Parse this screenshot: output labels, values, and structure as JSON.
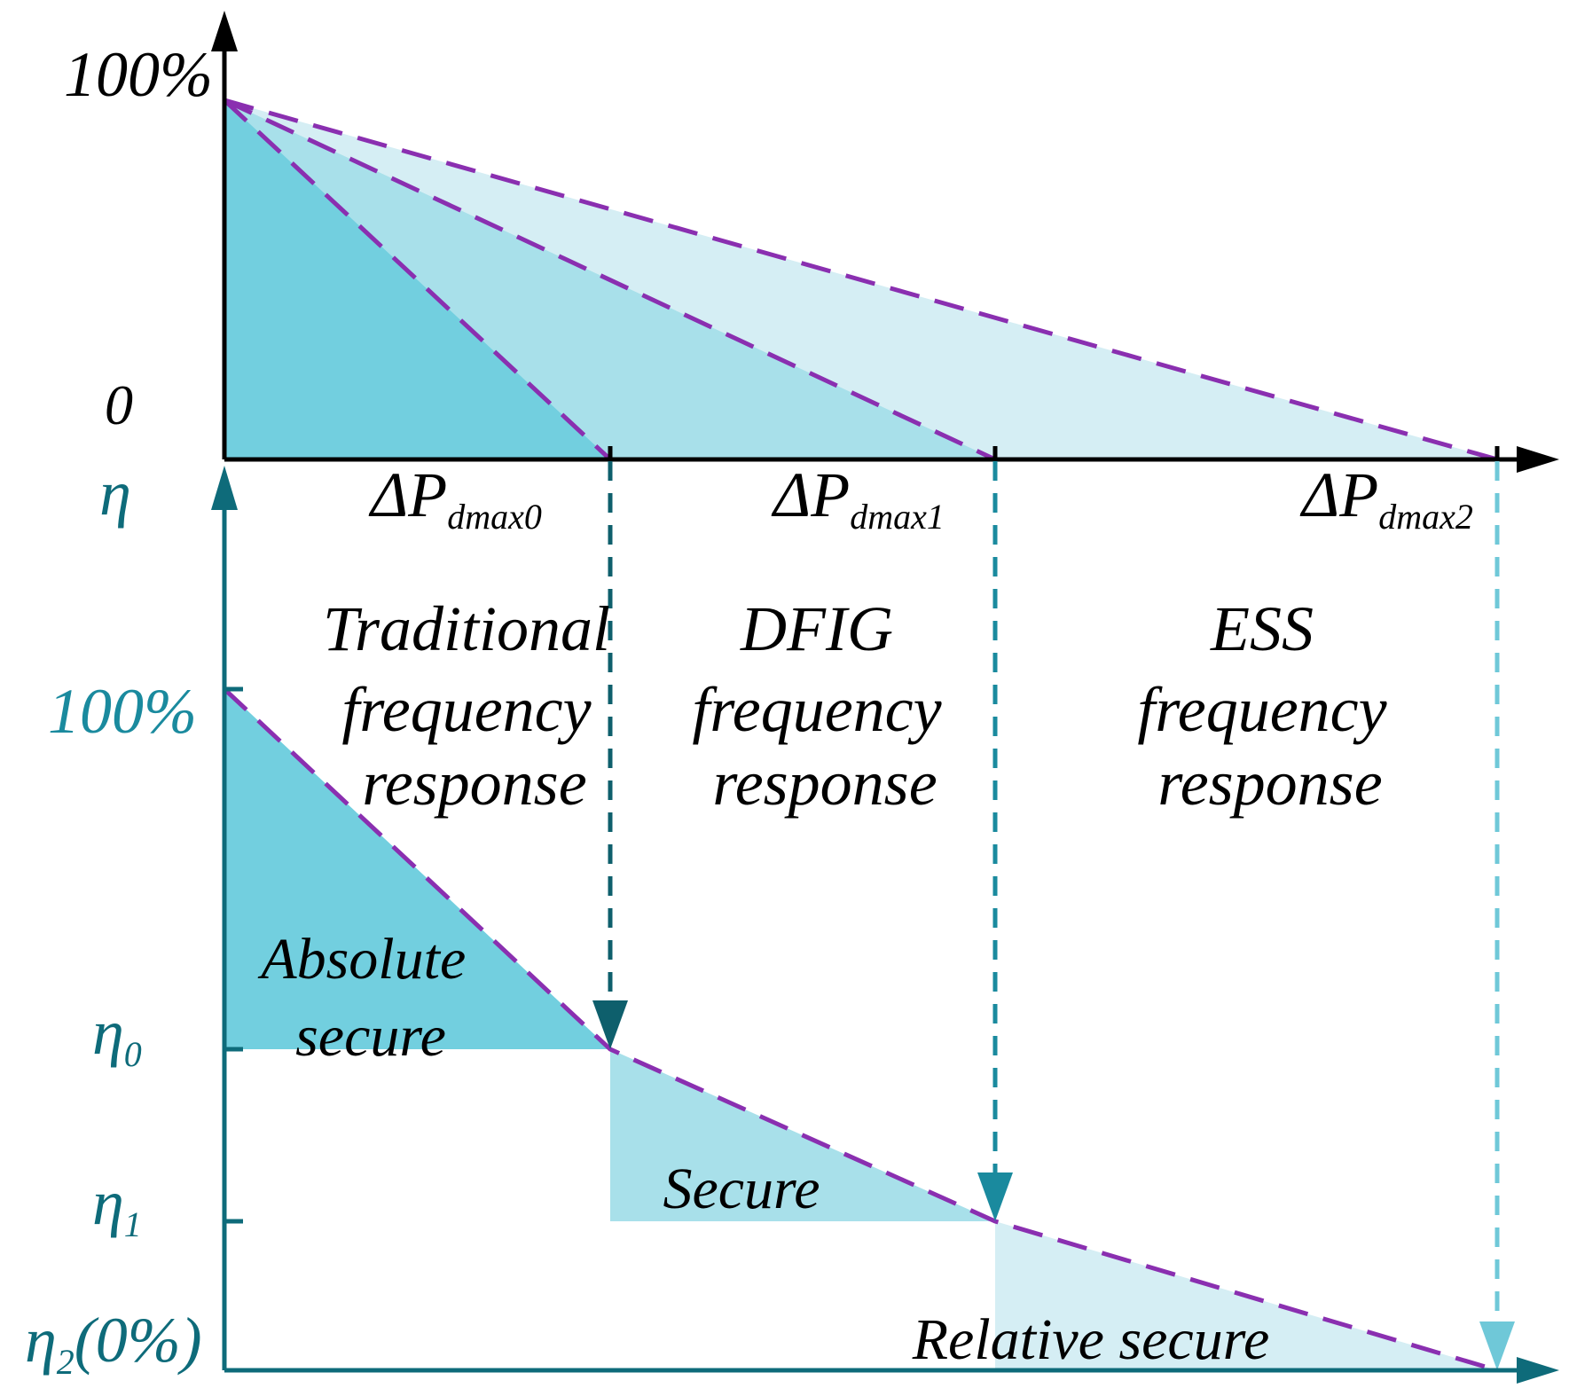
{
  "colors": {
    "traditional_fill": "#72cfdf",
    "dfig_fill": "#a8e0ea",
    "ess_fill": "#d5eef4",
    "dashed_curve": "#8a2fb0",
    "axis_black": "#000000",
    "axis_teal": "#0e6b7a",
    "arrow_0": "#0e5f6c",
    "arrow_1": "#1a8a9e",
    "arrow_2": "#6fc8d8",
    "teal_text": "#1a8a9e"
  },
  "top_panel": {
    "y_max_label": "100%",
    "y_zero_label": "0",
    "x_markers": [
      {
        "prefix": "ΔP",
        "sub": "dmax0"
      },
      {
        "prefix": "ΔP",
        "sub": "dmax1"
      },
      {
        "prefix": "ΔP",
        "sub": "dmax2"
      }
    ]
  },
  "bottom_panel": {
    "y_axis_symbol": "η",
    "y_max_label": "100%",
    "y_ticks": [
      {
        "symbol": "η",
        "sub": "0",
        "suffix": ""
      },
      {
        "symbol": "η",
        "sub": "1",
        "suffix": ""
      },
      {
        "symbol": "η",
        "sub": "2",
        "suffix": "(0%)"
      }
    ],
    "regions": [
      {
        "lines": [
          "Traditional",
          "frequency",
          "response"
        ]
      },
      {
        "lines": [
          "DFIG",
          "frequency",
          "response"
        ]
      },
      {
        "lines": [
          "ESS",
          "frequency",
          "response"
        ]
      }
    ],
    "zones": {
      "absolute": [
        "Absolute",
        "secure"
      ],
      "secure": "Secure",
      "relative": "Relative secure"
    }
  }
}
